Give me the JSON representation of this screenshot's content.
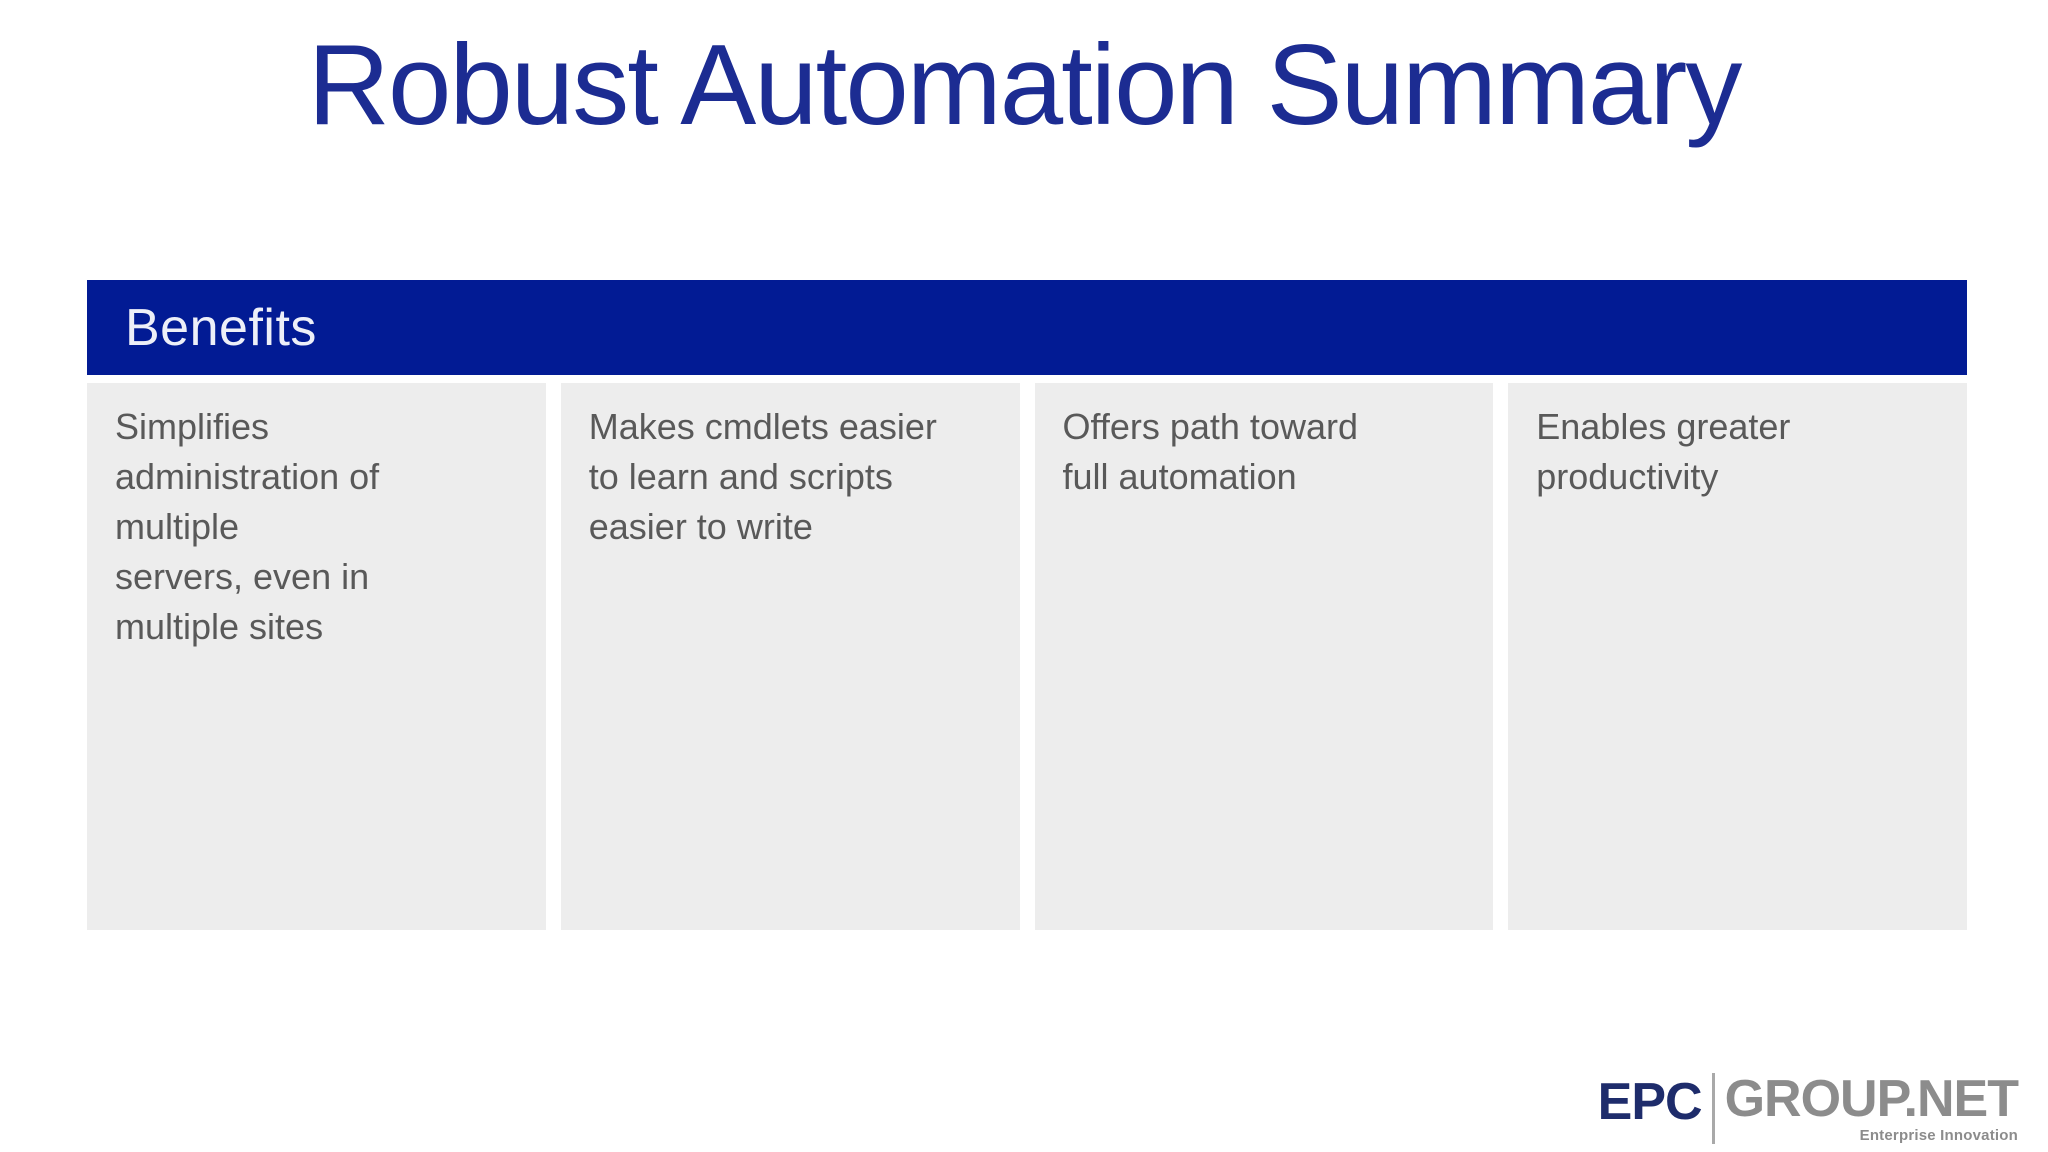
{
  "slide": {
    "title": "Robust Automation Summary",
    "section_header": "Benefits",
    "columns": [
      {
        "text": "Simplifies\nadministration of\nmultiple\nservers, even in\nmultiple sites"
      },
      {
        "text": "Makes cmdlets easier\nto learn and scripts\neasier to write"
      },
      {
        "text": "Offers path toward\nfull automation"
      },
      {
        "text": "Enables greater\nproductivity"
      }
    ],
    "colors": {
      "title_blue": "#1c2c92",
      "bar_blue": "#021b94",
      "body_gray": "#595959",
      "column_bg": "#ededed",
      "logo_navy": "#1e2c6b",
      "logo_gray": "#8c8c8c"
    },
    "logo": {
      "epc": "EPC",
      "group": "GROUP.NET",
      "tagline": "Enterprise Innovation"
    }
  }
}
